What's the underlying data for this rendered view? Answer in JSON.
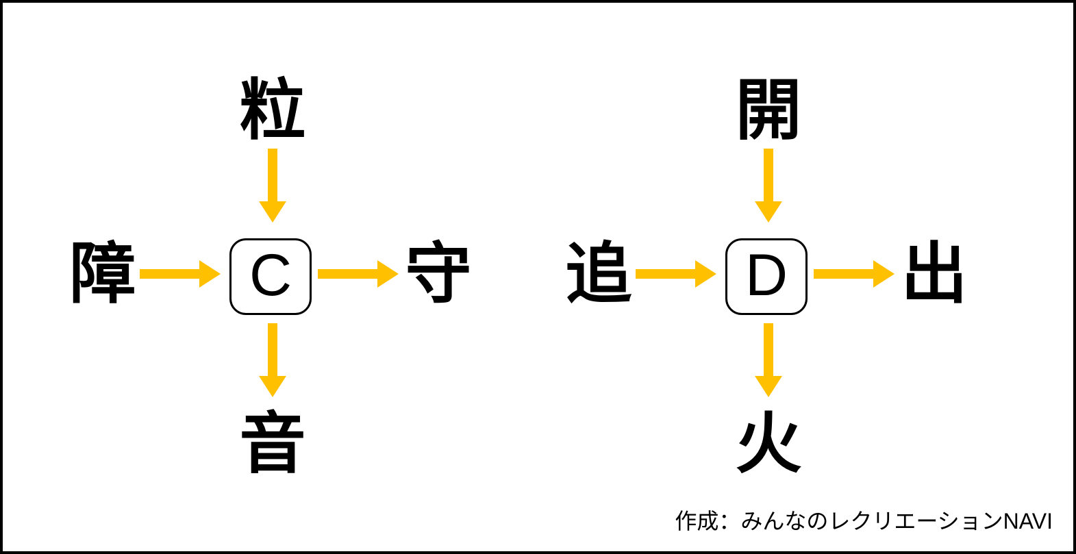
{
  "colors": {
    "background": "#FFFFFF",
    "border": "#000000",
    "text": "#000000",
    "arrow": "#FFC000"
  },
  "puzzles": [
    {
      "center_label": "C",
      "top": "粒",
      "left": "障",
      "right": "守",
      "bottom": "音"
    },
    {
      "center_label": "D",
      "top": "開",
      "left": "追",
      "right": "出",
      "bottom": "火"
    }
  ],
  "credit": "作成：みんなのレクリエーションNAVI"
}
